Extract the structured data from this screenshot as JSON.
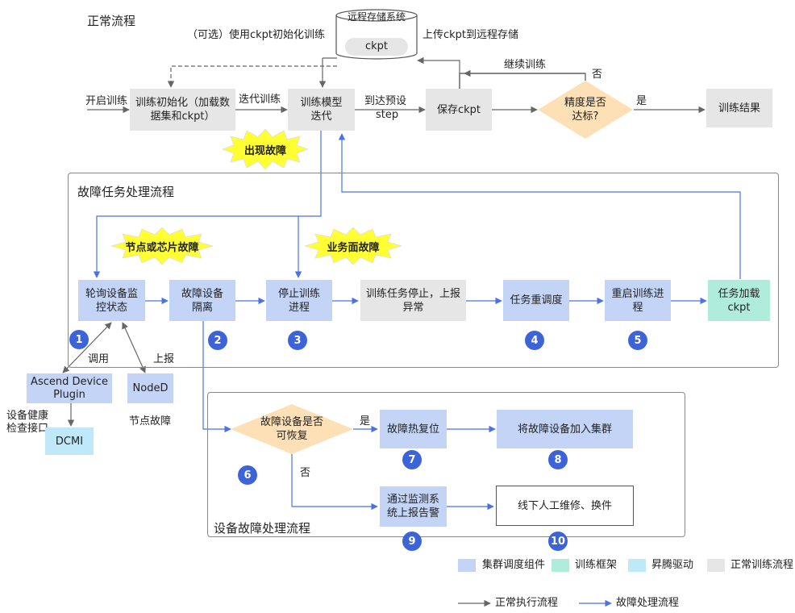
{
  "titles": {
    "normal": "正常流程",
    "fault": "故障任务处理流程",
    "device": "设备故障处理流程"
  },
  "storage": {
    "title": "远程存储系统",
    "ckpt": "ckpt"
  },
  "normal_labels": {
    "optional": "（可选）使用ckpt初始化训练",
    "upload": "上传ckpt到远程存储",
    "continue": "继续训练",
    "no": "否",
    "yes": "是",
    "start": "开启训练",
    "iter": "迭代训练",
    "reach": "到达预设",
    "step": "step"
  },
  "normal_nodes": {
    "init": "训练初始化（加载数\n据集和ckpt）",
    "train": "训练模型\n迭代",
    "save": "保存ckpt",
    "decision": "精度是否\n达标?",
    "result": "训练结果"
  },
  "bursts": {
    "fault": "出现故障",
    "node_chip": "节点或芯片故障",
    "service": "业务面故障"
  },
  "fault_nodes": {
    "poll": "轮询设备监\n控状态",
    "isolate": "故障设备\n隔离",
    "stop": "停止训练\n进程",
    "report": "训练任务停止，上报\n异常",
    "reschedule": "任务重调度",
    "restart": "重启训练进\n程",
    "load": "任务加载\nckpt"
  },
  "fault_labels": {
    "call": "调用",
    "report": "上报"
  },
  "side": {
    "ascend": "Ascend Device\nPlugin",
    "noded": "NodeD",
    "health": "设备健康\n检查接口",
    "dcmi": "DCMI",
    "node_fault": "节点故障"
  },
  "device_nodes": {
    "recoverable": "故障设备是否\n可恢复",
    "yes": "是",
    "no": "否",
    "hotreset": "故障热复位",
    "join": "将故障设备加入集群",
    "alarm": "通过监测系\n统上报告警",
    "offline": "线下人工维修、换件"
  },
  "badges": [
    "1",
    "2",
    "3",
    "4",
    "5",
    "6",
    "7",
    "8",
    "9",
    "10"
  ],
  "legend": {
    "cluster": "集群调度组件",
    "framework": "训练框架",
    "driver": "昇腾驱动",
    "normal": "正常训练流程",
    "normal_flow": "正常执行流程",
    "fault_flow": "故障处理流程"
  },
  "colors": {
    "gray": "#e6e6e6",
    "blue": "#c3d4f7",
    "teal": "#b0ecdc",
    "sky": "#bfe9f8",
    "diamond": "#fde0b5",
    "burst": "#ffff33",
    "badge": "#3d63d8",
    "arrow_gray": "#666666",
    "arrow_blue": "#4a72e8"
  }
}
